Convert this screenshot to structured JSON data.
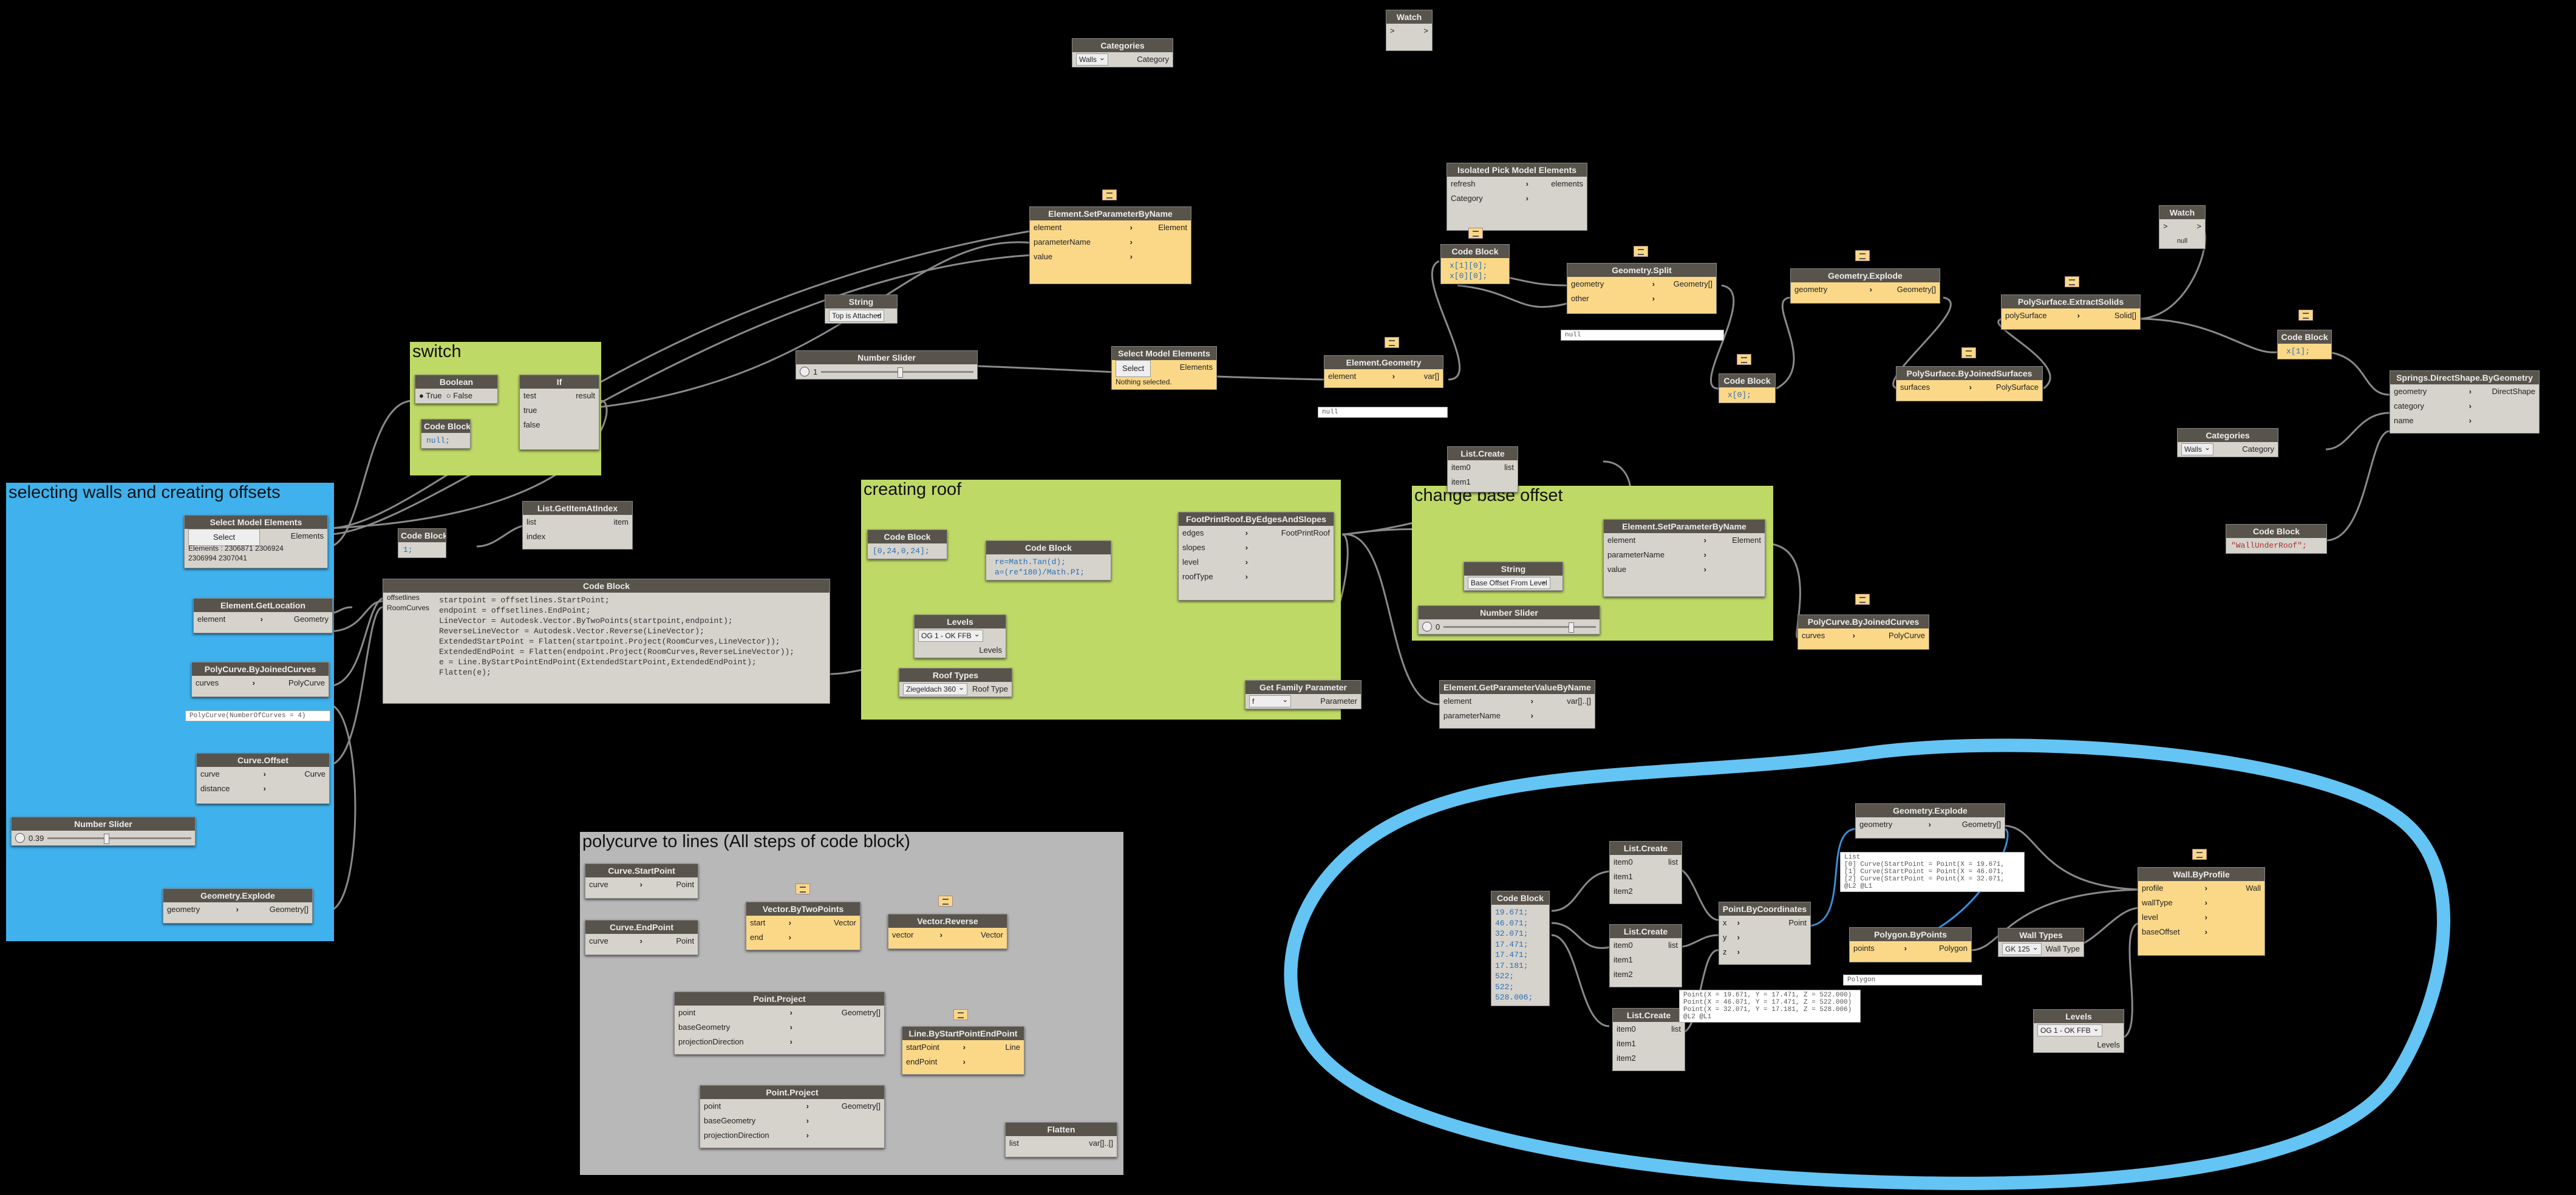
{
  "groups": {
    "selecting": "selecting walls and creating offsets",
    "switch": "switch",
    "roof": "creating roof",
    "offset": "change base offset",
    "polycurve": "polycurve to lines (All steps of code block)"
  },
  "nodes": {
    "categories_top": {
      "title": "Categories",
      "value": "Walls",
      "out": "Category"
    },
    "watch_top": {
      "title": "Watch",
      "in": ">",
      "out": ">"
    },
    "watch_right": {
      "title": "Watch",
      "in": ">",
      "out": ">",
      "value": "null"
    },
    "isolated_pick": {
      "title": "Isolated Pick Model Elements",
      "in1": "refresh",
      "in2": "Category",
      "out": "elements"
    },
    "set_param_top": {
      "title": "Element.SetParameterByName",
      "in1": "element",
      "in2": "parameterName",
      "in3": "value",
      "out": "Element"
    },
    "string_top": {
      "title": "String",
      "value": "Top is Attached"
    },
    "slider_top": {
      "title": "Number Slider",
      "value": "1"
    },
    "select_model_mid": {
      "title": "Select Model Elements",
      "button": "Select",
      "out": "Elements",
      "info": "Nothing selected."
    },
    "element_geometry": {
      "title": "Element.Geometry",
      "in": "element",
      "out": "var[]",
      "preview": "null"
    },
    "code_block_indices": {
      "title": "Code Block",
      "line1": "x[1][0];",
      "line2": "x[0][0];"
    },
    "geometry_split": {
      "title": "Geometry.Split",
      "in1": "geometry",
      "in2": "other",
      "out": "Geometry[]",
      "preview": "null"
    },
    "code_block_x0": {
      "title": "Code Block",
      "line1": "x[0];"
    },
    "geometry_explode_top": {
      "title": "Geometry.Explode",
      "in": "geometry",
      "out": "Geometry[]"
    },
    "polysurface_joined": {
      "title": "PolySurface.ByJoinedSurfaces",
      "in": "surfaces",
      "out": "PolySurface"
    },
    "polysurface_extract": {
      "title": "PolySurface.ExtractSolids",
      "in": "polySurface",
      "out": "Solid[]"
    },
    "code_block_x1": {
      "title": "Code Block",
      "line1": "x[1];"
    },
    "springs": {
      "title": "Springs.DirectShape.ByGeometry",
      "in1": "geometry",
      "in2": "category",
      "in3": "name",
      "out": "DirectShape"
    },
    "categories_right": {
      "title": "Categories",
      "value": "Walls",
      "out": "Category"
    },
    "code_block_string": {
      "title": "Code Block",
      "line1": "\"WallUnderRoof\";"
    },
    "boolean": {
      "title": "Boolean",
      "true_label": "True",
      "false_label": "False"
    },
    "if_node": {
      "title": "If",
      "in1": "test",
      "in2": "true",
      "in3": "false",
      "out": "result"
    },
    "code_block_null": {
      "title": "Code Block",
      "line1": "null;"
    },
    "select_model_left": {
      "title": "Select Model Elements",
      "button": "Select",
      "out": "Elements",
      "info1": "Elements : 2306871 2306924",
      "info2": "2306994 2307041"
    },
    "code_block_zero": {
      "title": "Code Block",
      "line1": "1;"
    },
    "list_getitem": {
      "title": "List.GetItemAtIndex",
      "in1": "list",
      "in2": "index",
      "out": "item"
    },
    "element_getlocation": {
      "title": "Element.GetLocation",
      "in": "element",
      "out": "Geometry"
    },
    "polycurve_joined": {
      "title": "PolyCurve.ByJoinedCurves",
      "in": "curves",
      "out": "PolyCurve",
      "preview": "PolyCurve(NumberOfCurves = 4)"
    },
    "curve_offset": {
      "title": "Curve.Offset",
      "in1": "curve",
      "in2": "distance",
      "out": "Curve"
    },
    "slider_left": {
      "title": "Number Slider",
      "value": "0.39"
    },
    "geometry_explode_left": {
      "title": "Geometry.Explode",
      "in": "geometry",
      "out": "Geometry[]"
    },
    "big_code_block": {
      "title": "Code Block",
      "in1": "offsetlines",
      "in2": "RoomCurves",
      "lines": [
        "startpoint = offsetlines.StartPoint;",
        "endpoint = offsetlines.EndPoint;",
        "LineVector = Autodesk.Vector.ByTwoPoints(startpoint,endpoint);",
        "ReverseLineVector = Autodesk.Vector.Reverse(LineVector);",
        "ExtendedStartPoint = Flatten(startpoint.Project(RoomCurves,LineVector));",
        "ExtendedEndPoint = Flatten(endpoint.Project(RoomCurves,ReverseLineVector));",
        "e = Line.ByStartPointEndPoint(ExtendedStartPoint,ExtendedEndPoint);",
        "Flatten(e);"
      ]
    },
    "list_create_top": {
      "title": "List.Create",
      "in1": "item0",
      "in2": "item1",
      "out": "list"
    },
    "code_block_slopes_vals": {
      "title": "Code Block",
      "line1": "[0,24,0,24];"
    },
    "code_block_slopes": {
      "title": "Code Block",
      "line1": "re=Math.Tan(d);",
      "line2": "a=(re*180)/Math.PI;"
    },
    "levels_roof": {
      "title": "Levels",
      "value": "OG 1 - OK FFB",
      "out": "Levels"
    },
    "roof_types": {
      "title": "Roof Types",
      "value": "Ziegeldach 360",
      "out": "Roof Type"
    },
    "footprint_roof": {
      "title": "FootPrintRoof.ByEdgesAndSlopes",
      "in1": "edges",
      "in2": "slopes",
      "in3": "level",
      "in4": "roofType",
      "out": "FootPrintRoof"
    },
    "get_family_param": {
      "title": "Get Family Parameter",
      "in": "f",
      "out": "Parameter"
    },
    "get_param_value": {
      "title": "Element.GetParameterValueByName",
      "in1": "element",
      "in2": "parameterName",
      "out": "var[]..[]"
    },
    "set_param_offset": {
      "title": "Element.SetParameterByName",
      "in1": "element",
      "in2": "parameterName",
      "in3": "value",
      "out": "Element"
    },
    "string_offset": {
      "title": "String",
      "value": "Base Offset From Level"
    },
    "slider_offset": {
      "title": "Number Slider",
      "value": "0"
    },
    "polycurve_joined_right": {
      "title": "PolyCurve.ByJoinedCurves",
      "in": "curves",
      "out": "PolyCurve"
    },
    "curve_startpoint": {
      "title": "Curve.StartPoint",
      "in": "curve",
      "out": "Point"
    },
    "curve_endpoint": {
      "title": "Curve.EndPoint",
      "in": "curve",
      "out": "Point"
    },
    "vector_twopoints": {
      "title": "Vector.ByTwoPoints",
      "in1": "start",
      "in2": "end",
      "out": "Vector"
    },
    "vector_reverse": {
      "title": "Vector.Reverse",
      "in": "vector",
      "out": "Vector"
    },
    "point_project1": {
      "title": "Point.Project",
      "in1": "point",
      "in2": "baseGeometry",
      "in3": "projectionDirection",
      "out": "Geometry[]"
    },
    "point_project2": {
      "title": "Point.Project",
      "in1": "point",
      "in2": "baseGeometry",
      "in3": "projectionDirection",
      "out": "Geometry[]"
    },
    "line_startend": {
      "title": "Line.ByStartPointEndPoint",
      "in1": "startPoint",
      "in2": "endPoint",
      "out": "Line"
    },
    "flatten": {
      "title": "Flatten",
      "in": "list",
      "out": "var[]..[]"
    },
    "code_block_coords": {
      "title": "Code Block",
      "lines": [
        "19.671;",
        "46.071;",
        "32.071;",
        "17.471;",
        "17.471;",
        "17.181;",
        "522;",
        "522;",
        "528.006;"
      ]
    },
    "list_create_a": {
      "title": "List.Create",
      "in1": "item0",
      "in2": "item1",
      "in3": "item2",
      "out": "list"
    },
    "list_create_b": {
      "title": "List.Create",
      "in1": "item0",
      "in2": "item1",
      "in3": "item2",
      "out": "list"
    },
    "list_create_c": {
      "title": "List.Create",
      "in1": "item0",
      "in2": "item1",
      "in3": "item2",
      "out": "list"
    },
    "point_bycoords": {
      "title": "Point.ByCoordinates",
      "in1": "x",
      "in2": "y",
      "in3": "z",
      "out": "Point"
    },
    "geometry_explode_bottom": {
      "title": "Geometry.Explode",
      "in": "geometry",
      "out": "Geometry[]"
    },
    "polygon_bypoints": {
      "title": "Polygon.ByPoints",
      "in": "points",
      "out": "Polygon",
      "preview": "Polygon"
    },
    "wall_types": {
      "title": "Wall Types",
      "value": "GK 125",
      "out": "Wall Type"
    },
    "wall_byprofile": {
      "title": "Wall.ByProfile",
      "in1": "profile",
      "in2": "wallType",
      "in3": "level",
      "in4": "baseOffset",
      "out": "Wall"
    },
    "levels_bottom": {
      "title": "Levels",
      "value": "OG 1 - OK FFB",
      "out": "Levels"
    }
  },
  "previews": {
    "explode_list": [
      "List",
      "[0] Curve(StartPoint = Point(X = 19.671,",
      "[1] Curve(StartPoint = Point(X = 46.071,",
      "[2] Curve(StartPoint = Point(X = 32.071,",
      "@L2 @L1"
    ],
    "points_list": [
      "Point(X = 19.671, Y = 17.471, Z = 522.000)",
      "Point(X = 46.071, Y = 17.471, Z = 522.000)",
      "Point(X = 32.071, Y = 17.181, Z = 528.006)",
      "@L2 @L1"
    ]
  },
  "colors": {
    "background": "#000000",
    "group_blue": "#3fb2ee",
    "group_green": "#bfd966",
    "group_gray": "#b8b8b8",
    "node_body": "#d6d3cc",
    "node_selected": "#fbd888",
    "node_header": "#58534b",
    "highlight_ring": "#64c4f4"
  }
}
